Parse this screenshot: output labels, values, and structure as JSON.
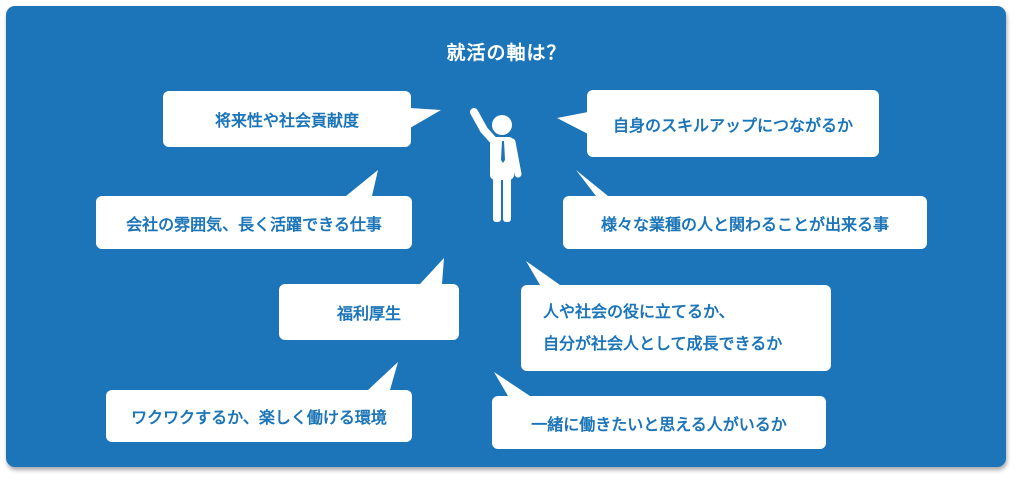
{
  "title": "就活の軸は？",
  "colors": {
    "panel": "#1b75b8",
    "bubble": "#ffffff",
    "text": "#1b75b8"
  },
  "icons": {
    "center": "person-raising-hand-icon"
  },
  "bubbles": [
    {
      "id": "future",
      "lines": [
        "将来性や社会貢献度"
      ]
    },
    {
      "id": "skillup",
      "lines": [
        "自身のスキルアップにつながるか"
      ]
    },
    {
      "id": "atmosphere",
      "lines": [
        "会社の雰囲気、長く活躍できる仕事"
      ]
    },
    {
      "id": "industries",
      "lines": [
        "様々な業種の人と関わることが出来る事"
      ]
    },
    {
      "id": "welfare",
      "lines": [
        "福利厚生"
      ]
    },
    {
      "id": "growth",
      "lines": [
        "人や社会の役に立てるか、",
        "自分が社会人として成長できるか"
      ]
    },
    {
      "id": "workplace",
      "lines": [
        "ワクワクするか、楽しく働ける環境"
      ]
    },
    {
      "id": "colleagues",
      "lines": [
        "一緒に働きたいと思える人がいるか"
      ]
    }
  ]
}
